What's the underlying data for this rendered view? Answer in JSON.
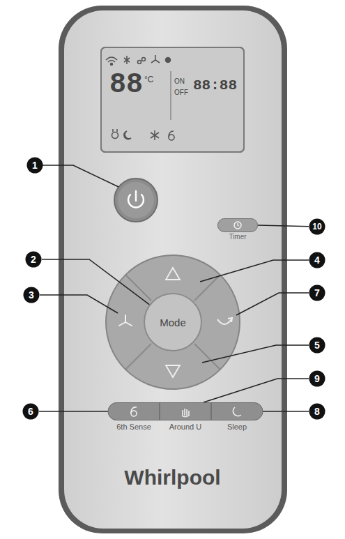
{
  "diagram": {
    "nodes": [
      {
        "text": [
          "88",
          "°C",
          "ON",
          "OFF",
          "88:88"
        ]
      },
      {
        "text": [
          "1"
        ]
      },
      {
        "text": [
          "10"
        ]
      },
      {
        "text": [
          "Timer"
        ]
      },
      {
        "text": [
          "2"
        ]
      },
      {
        "text": [
          "Mode"
        ]
      },
      {
        "text": [
          "4"
        ]
      },
      {
        "text": [
          "3"
        ]
      },
      {
        "text": [
          "7"
        ]
      },
      {
        "text": [
          "5"
        ]
      },
      {
        "text": [
          "9"
        ]
      },
      {
        "text": [
          "6"
        ]
      },
      {
        "text": [
          "6th Sense"
        ]
      },
      {
        "text": [
          "Around U"
        ]
      },
      {
        "text": [
          "Sleep"
        ]
      },
      {
        "text": [
          "8"
        ]
      }
    ],
    "edges": [
      {
        "from": 2,
        "to": 3,
        "arrow": "none"
      },
      {
        "from": 4,
        "to": 5,
        "arrow": "none"
      },
      {
        "from": 10,
        "to": 13,
        "arrow": "none"
      },
      {
        "from": 11,
        "to": 12,
        "arrow": "none"
      },
      {
        "from": 15,
        "to": 14,
        "arrow": "none"
      }
    ],
    "labels": [
      "Whirlpool"
    ]
  }
}
